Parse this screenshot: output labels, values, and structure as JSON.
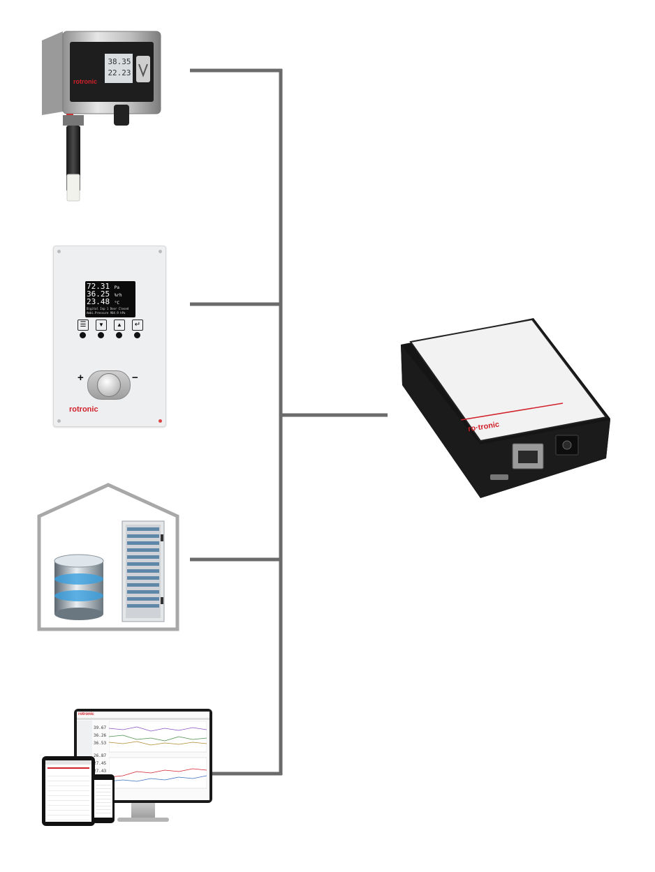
{
  "transmitter": {
    "brand": "rotronic",
    "display_line1": "38.35",
    "display_line2": "22.23"
  },
  "panel": {
    "brand": "rotronic",
    "readings": [
      {
        "value": "72.31",
        "unit": "Pa"
      },
      {
        "value": "36.25",
        "unit": "%rh"
      },
      {
        "value": "23.48",
        "unit": "°C"
      }
    ],
    "status_line1": "Digital Inp 1  Door Closed",
    "status_line2": "Ambi.Pressure  984.9 hPa",
    "plus_label": "+",
    "minus_label": "−"
  },
  "gateway": {
    "brand": "ro·tronic"
  },
  "software": {
    "brand": "rotronic",
    "monitor_values": [
      "39.67",
      "36.26",
      "36.53",
      "26.87",
      "27.45",
      "27.43"
    ]
  },
  "colors": {
    "connector": "#6b6b6b",
    "brand_red": "#d2202a",
    "house_outline": "#a8a8a8"
  }
}
